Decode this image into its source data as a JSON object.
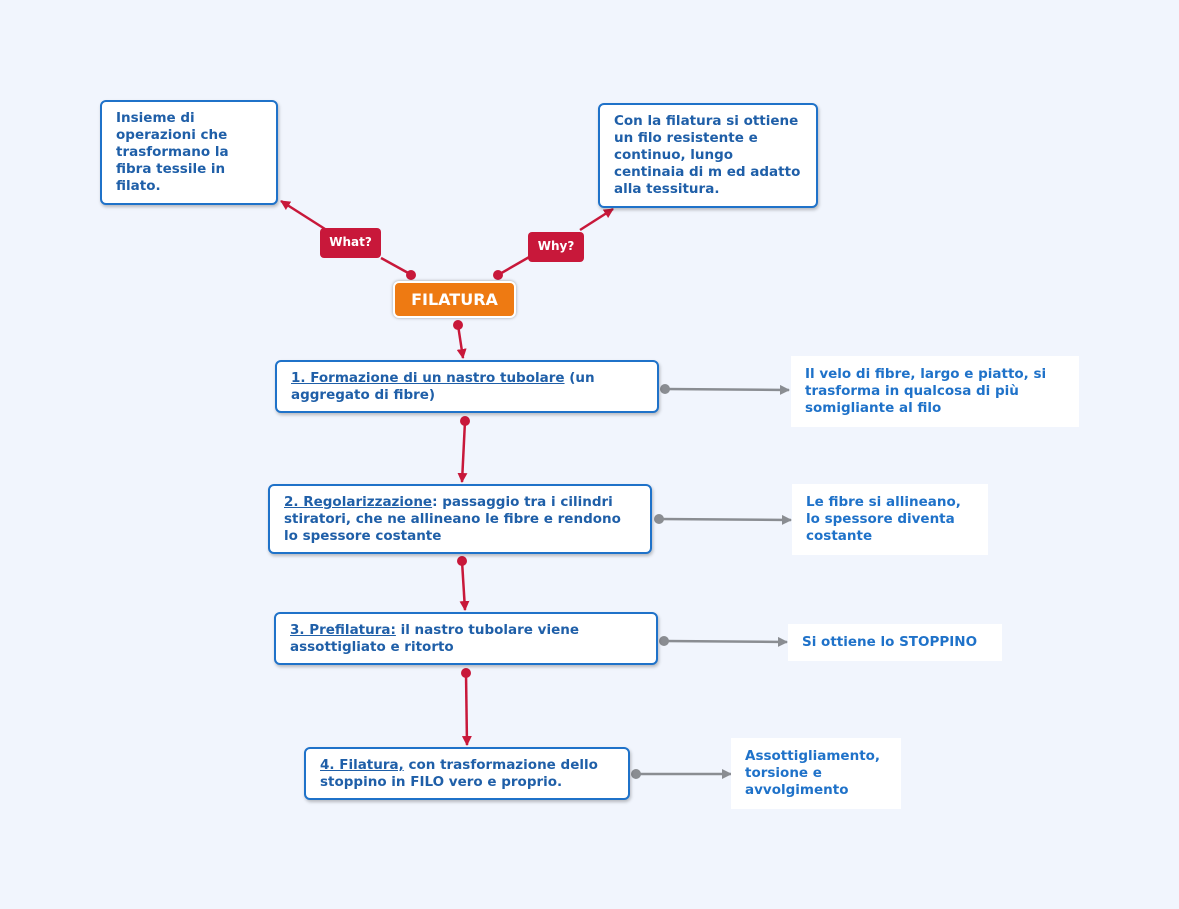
{
  "central": {
    "label": "FILATURA"
  },
  "tags": {
    "what": "What?",
    "why": "Why?"
  },
  "what_note": "Insieme di operazioni che trasformano la fibra tessile in filato.",
  "why_note": "Con la filatura si ottiene un filo resistente e continuo, lungo centinaia di m ed adatto alla tessitura.",
  "steps": [
    {
      "title": "1. Formazione di un nastro tubolare",
      "rest": " (un aggregato di fibre)"
    },
    {
      "title": "2. Regolarizzazione",
      "rest": ": passaggio tra i cilindri stiratori, che ne allineano le fibre e rendono lo spessore costante"
    },
    {
      "title": "3. Prefilatura:",
      "rest": " il nastro tubolare viene assottigliato e ritorto"
    },
    {
      "title": "4. Filatura,",
      "rest": " con trasformazione dello stoppino in FILO vero e proprio."
    }
  ],
  "notes": [
    "Il velo di fibre, largo e piatto, si trasforma in qualcosa di più somigliante al filo",
    "Le fibre si allineano, lo spessore diventa costante",
    "Si ottiene lo STOPPINO",
    "Assottigliamento, torsione e avvolgimento"
  ],
  "colors": {
    "background": "#f1f5fd",
    "central": "#ee7a12",
    "tag": "#c8183a",
    "primary_link": "#c8183a",
    "secondary_link": "#8a8d92",
    "border": "#1f72c9",
    "text": "#1f72c9"
  }
}
